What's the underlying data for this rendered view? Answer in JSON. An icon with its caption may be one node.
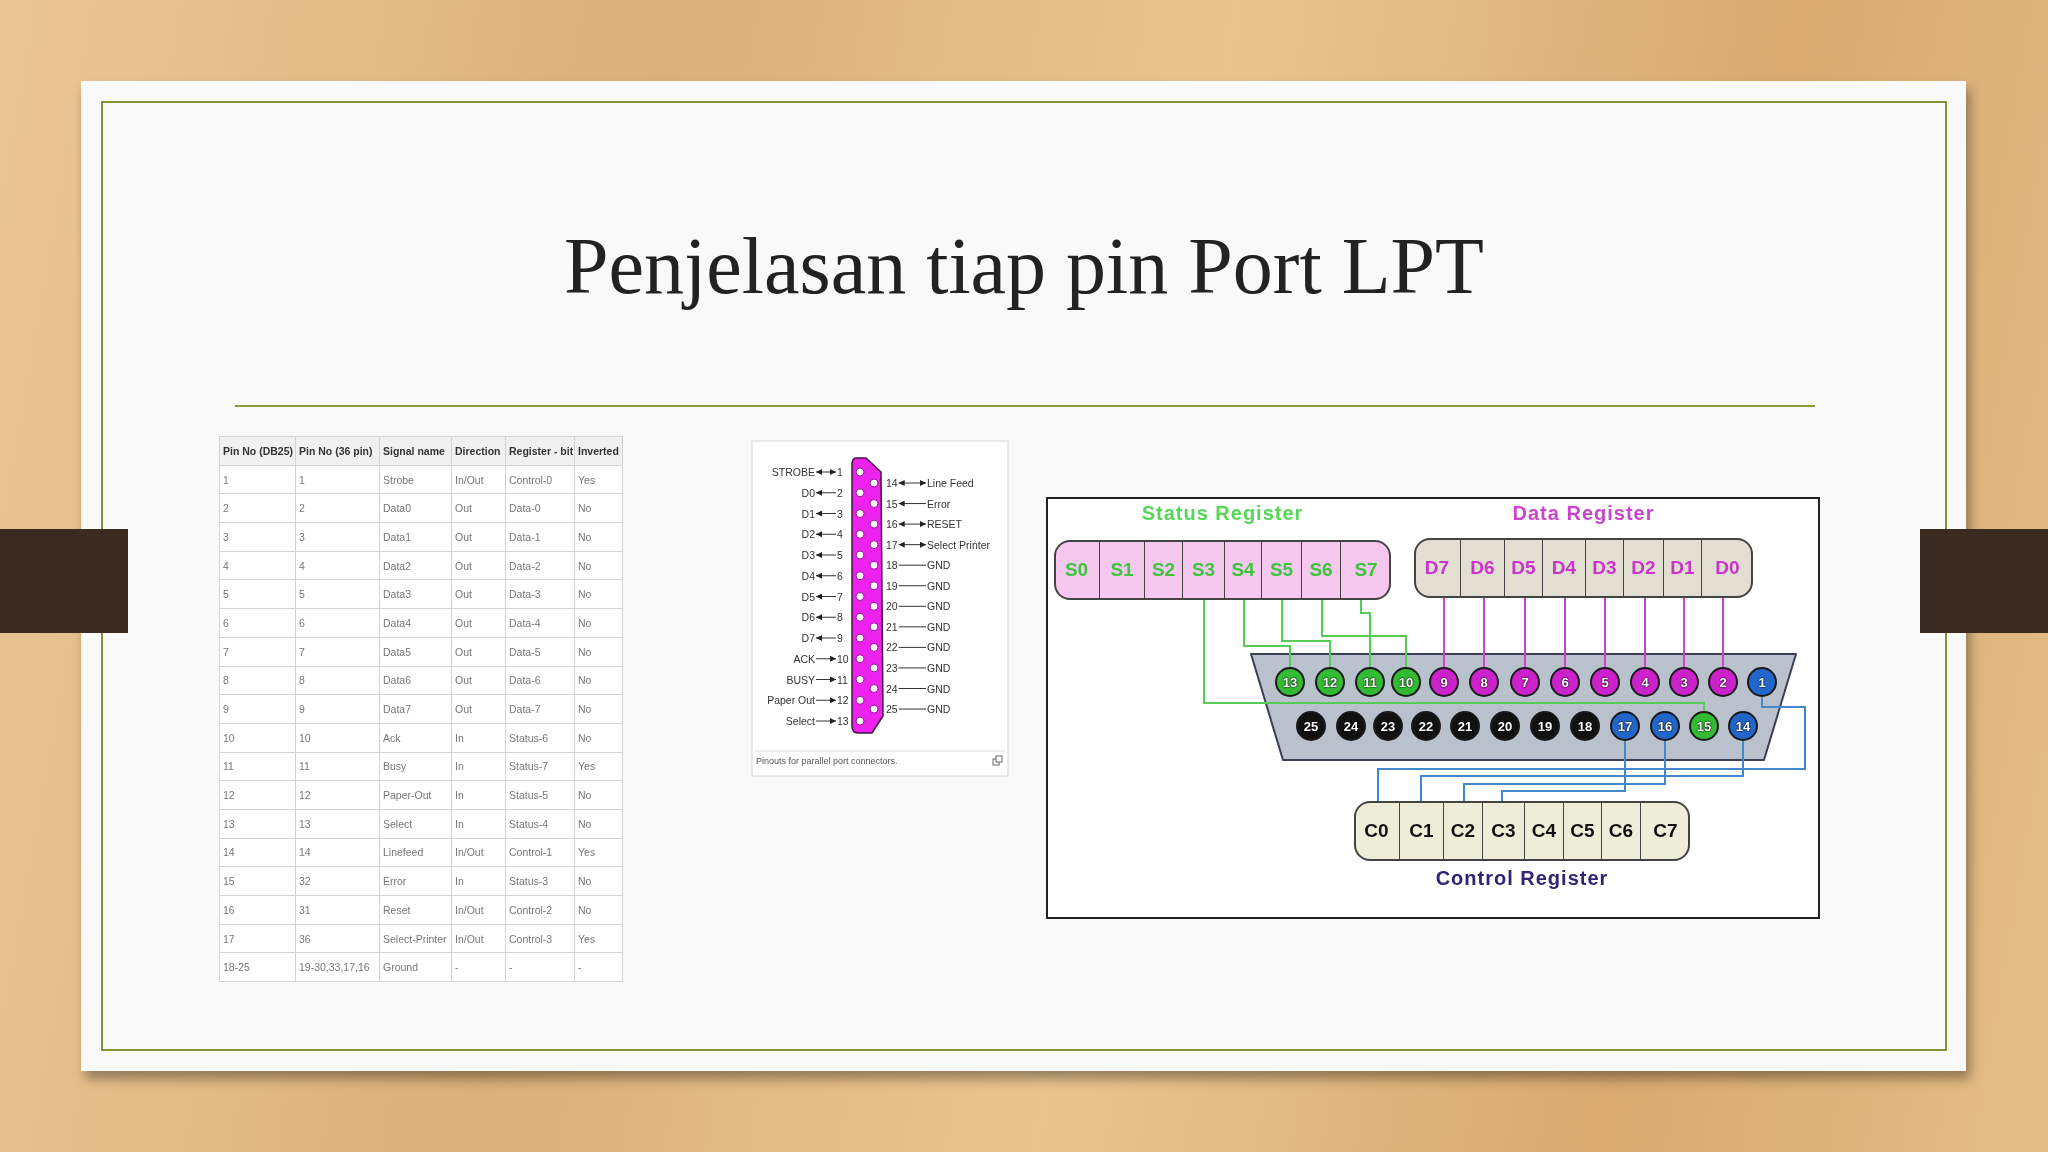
{
  "diagram": {
    "title": "Penjelasan tiap pin Port LPT",
    "nodes": [
      {
        "text": [
          "STROBE"
        ]
      },
      {
        "text": [
          "D0"
        ]
      },
      {
        "text": [
          "D1"
        ]
      },
      {
        "text": [
          "D2"
        ]
      },
      {
        "text": [
          "D3"
        ]
      },
      {
        "text": [
          "D4"
        ]
      },
      {
        "text": [
          "D5"
        ]
      },
      {
        "text": [
          "D6"
        ]
      },
      {
        "text": [
          "D7"
        ]
      },
      {
        "text": [
          "ACK"
        ]
      },
      {
        "text": [
          "BUSY"
        ]
      },
      {
        "text": [
          "Paper Out"
        ]
      },
      {
        "text": [
          "Select"
        ]
      },
      {
        "text": [
          "1"
        ]
      },
      {
        "text": [
          "2"
        ]
      },
      {
        "text": [
          "3"
        ]
      },
      {
        "text": [
          "4"
        ]
      },
      {
        "text": [
          "5"
        ]
      },
      {
        "text": [
          "6"
        ]
      },
      {
        "text": [
          "7"
        ]
      },
      {
        "text": [
          "8"
        ]
      },
      {
        "text": [
          "9"
        ]
      },
      {
        "text": [
          "10"
        ]
      },
      {
        "text": [
          "11"
        ]
      },
      {
        "text": [
          "12"
        ]
      },
      {
        "text": [
          "13"
        ]
      },
      {
        "text": [
          "14"
        ]
      },
      {
        "text": [
          "15"
        ]
      },
      {
        "text": [
          "16"
        ]
      },
      {
        "text": [
          "17"
        ]
      },
      {
        "text": [
          "18"
        ]
      },
      {
        "text": [
          "19"
        ]
      },
      {
        "text": [
          "20"
        ]
      },
      {
        "text": [
          "21"
        ]
      },
      {
        "text": [
          "22"
        ]
      },
      {
        "text": [
          "23"
        ]
      },
      {
        "text": [
          "24"
        ]
      },
      {
        "text": [
          "25"
        ]
      },
      {
        "text": [
          "Line Feed"
        ]
      },
      {
        "text": [
          "Error"
        ]
      },
      {
        "text": [
          "RESET"
        ]
      },
      {
        "text": [
          "Select Printer"
        ]
      },
      {
        "text": [
          "GND"
        ]
      },
      {
        "text": [
          "GND"
        ]
      },
      {
        "text": [
          "GND"
        ]
      },
      {
        "text": [
          "GND"
        ]
      },
      {
        "text": [
          "GND"
        ]
      },
      {
        "text": [
          "GND"
        ]
      },
      {
        "text": [
          "GND"
        ]
      },
      {
        "text": [
          "GND"
        ]
      },
      {
        "text": [
          "Status Register"
        ]
      },
      {
        "text": [
          "S0"
        ],
        "in": 50
      },
      {
        "text": [
          "S1"
        ],
        "in": 50
      },
      {
        "text": [
          "S2"
        ],
        "in": 50
      },
      {
        "text": [
          "S3"
        ],
        "in": 50
      },
      {
        "text": [
          "S4"
        ],
        "in": 50
      },
      {
        "text": [
          "S5"
        ],
        "in": 50
      },
      {
        "text": [
          "S6"
        ],
        "in": 50
      },
      {
        "text": [
          "S7"
        ],
        "in": 50
      },
      {
        "text": [
          "Data Register"
        ]
      },
      {
        "text": [
          "D7"
        ],
        "in": 59
      },
      {
        "text": [
          "D6"
        ],
        "in": 59
      },
      {
        "text": [
          "D5"
        ],
        "in": 59
      },
      {
        "text": [
          "D4"
        ],
        "in": 59
      },
      {
        "text": [
          "D3"
        ],
        "in": 59
      },
      {
        "text": [
          "D2"
        ],
        "in": 59
      },
      {
        "text": [
          "D1"
        ],
        "in": 59
      },
      {
        "text": [
          "D0"
        ],
        "in": 59
      },
      {
        "text": [],
        "shape": "trapezoid"
      },
      {
        "text": [
          "13"
        ],
        "in": 68
      },
      {
        "text": [
          "12"
        ],
        "in": 68
      },
      {
        "text": [
          "11"
        ],
        "in": 68
      },
      {
        "text": [
          "10"
        ],
        "in": 68
      },
      {
        "text": [
          "9"
        ],
        "in": 68
      },
      {
        "text": [
          "8"
        ],
        "in": 68
      },
      {
        "text": [
          "7"
        ],
        "in": 68
      },
      {
        "text": [
          "6"
        ],
        "in": 68
      },
      {
        "text": [
          "5"
        ],
        "in": 68
      },
      {
        "text": [
          "4"
        ],
        "in": 68
      },
      {
        "text": [
          "3"
        ],
        "in": 68
      },
      {
        "text": [
          "2"
        ],
        "in": 68
      },
      {
        "text": [
          "1"
        ],
        "in": 68
      },
      {
        "text": [
          "25"
        ],
        "in": 68
      },
      {
        "text": [
          "24"
        ],
        "in": 68
      },
      {
        "text": [
          "23"
        ],
        "in": 68
      },
      {
        "text": [
          "22"
        ],
        "in": 68
      },
      {
        "text": [
          "21"
        ],
        "in": 68
      },
      {
        "text": [
          "20"
        ],
        "in": 68
      },
      {
        "text": [
          "19"
        ],
        "in": 68
      },
      {
        "text": [
          "18"
        ],
        "in": 68
      },
      {
        "text": [
          "17"
        ],
        "in": 68
      },
      {
        "text": [
          "16"
        ],
        "in": 68
      },
      {
        "text": [
          "15"
        ],
        "in": 68
      },
      {
        "text": [
          "14"
        ],
        "in": 68
      },
      {
        "text": [
          "Control Register"
        ]
      },
      {
        "text": [
          "C0"
        ],
        "in": 94
      },
      {
        "text": [
          "C1"
        ],
        "in": 94
      },
      {
        "text": [
          "C2"
        ],
        "in": 94
      },
      {
        "text": [
          "C3"
        ],
        "in": 94
      },
      {
        "text": [
          "C4"
        ],
        "in": 94
      },
      {
        "text": [
          "C5"
        ],
        "in": 94
      },
      {
        "text": [
          "C6"
        ],
        "in": 94
      },
      {
        "text": [
          "C7"
        ],
        "in": 94
      }
    ],
    "edges": [
      {
        "from": 0,
        "to": 13,
        "arrow": "both"
      },
      {
        "from": 14,
        "to": 1,
        "arrow": "to"
      },
      {
        "from": 15,
        "to": 2,
        "arrow": "to"
      },
      {
        "from": 16,
        "to": 3,
        "arrow": "to"
      },
      {
        "from": 17,
        "to": 4,
        "arrow": "to"
      },
      {
        "from": 18,
        "to": 5,
        "arrow": "to"
      },
      {
        "from": 19,
        "to": 6,
        "arrow": "to"
      },
      {
        "from": 20,
        "to": 7,
        "arrow": "to"
      },
      {
        "from": 21,
        "to": 8,
        "arrow": "to"
      },
      {
        "from": 9,
        "to": 22,
        "arrow": "to"
      },
      {
        "from": 10,
        "to": 23,
        "arrow": "to"
      },
      {
        "from": 11,
        "to": 24,
        "arrow": "to"
      },
      {
        "from": 12,
        "to": 25,
        "arrow": "to"
      },
      {
        "from": 26,
        "to": 38,
        "arrow": "both"
      },
      {
        "from": 39,
        "to": 27,
        "arrow": "to"
      },
      {
        "from": 28,
        "to": 40,
        "arrow": "both"
      },
      {
        "from": 29,
        "to": 41,
        "arrow": "both"
      },
      {
        "from": 30,
        "to": 42,
        "arrow": "none"
      },
      {
        "from": 31,
        "to": 43,
        "arrow": "none"
      },
      {
        "from": 32,
        "to": 44,
        "arrow": "none"
      },
      {
        "from": 33,
        "to": 45,
        "arrow": "none"
      },
      {
        "from": 34,
        "to": 46,
        "arrow": "none"
      },
      {
        "from": 35,
        "to": 47,
        "arrow": "none"
      },
      {
        "from": 36,
        "to": 48,
        "arrow": "none"
      },
      {
        "from": 37,
        "to": 49,
        "arrow": "none"
      },
      {
        "from": 54,
        "to": 92,
        "arrow": "none",
        "color": "#55cc55"
      },
      {
        "from": 55,
        "to": 69,
        "arrow": "none",
        "color": "#55cc55"
      },
      {
        "from": 56,
        "to": 70,
        "arrow": "none",
        "color": "#55cc55"
      },
      {
        "from": 57,
        "to": 72,
        "arrow": "none",
        "color": "#55cc55"
      },
      {
        "from": 58,
        "to": 71,
        "arrow": "none",
        "color": "#55cc55"
      },
      {
        "from": 60,
        "to": 73,
        "arrow": "none",
        "color": "#cc44cc"
      },
      {
        "from": 61,
        "to": 74,
        "arrow": "none",
        "color": "#cc44cc"
      },
      {
        "from": 62,
        "to": 75,
        "arrow": "none",
        "color": "#cc44cc"
      },
      {
        "from": 63,
        "to": 76,
        "arrow": "none",
        "color": "#cc44cc"
      },
      {
        "from": 64,
        "to": 77,
        "arrow": "none",
        "color": "#cc44cc"
      },
      {
        "from": 65,
        "to": 78,
        "arrow": "none",
        "color": "#cc44cc"
      },
      {
        "from": 66,
        "to": 79,
        "arrow": "none",
        "color": "#cc44cc"
      },
      {
        "from": 67,
        "to": 80,
        "arrow": "none",
        "color": "#cc44cc"
      },
      {
        "from": 95,
        "to": 81,
        "arrow": "none",
        "color": "#4488cc"
      },
      {
        "from": 96,
        "to": 93,
        "arrow": "none",
        "color": "#4488cc"
      },
      {
        "from": 97,
        "to": 91,
        "arrow": "none",
        "color": "#4488cc"
      },
      {
        "from": 98,
        "to": 90,
        "arrow": "none",
        "color": "#4488cc"
      }
    ],
    "labels": [
      "Pin No (DB25)",
      "Pin No (36 pin)",
      "Signal name",
      "Direction",
      "Register - bit",
      "Inverted",
      "1",
      "1",
      "Strobe",
      "In/Out",
      "Control-0",
      "Yes",
      "2",
      "2",
      "Data0",
      "Out",
      "Data-0",
      "No",
      "3",
      "3",
      "Data1",
      "Out",
      "Data-1",
      "No",
      "4",
      "4",
      "Data2",
      "Out",
      "Data-2",
      "No",
      "5",
      "5",
      "Data3",
      "Out",
      "Data-3",
      "No",
      "6",
      "6",
      "Data4",
      "Out",
      "Data-4",
      "No",
      "7",
      "7",
      "Data5",
      "Out",
      "Data-5",
      "No",
      "8",
      "8",
      "Data6",
      "Out",
      "Data-6",
      "No",
      "9",
      "9",
      "Data7",
      "Out",
      "Data-7",
      "No",
      "10",
      "10",
      "Ack",
      "In",
      "Status-6",
      "No",
      "11",
      "11",
      "Busy",
      "In",
      "Status-7",
      "Yes",
      "12",
      "12",
      "Paper-Out",
      "In",
      "Status-5",
      "No",
      "13",
      "13",
      "Select",
      "In",
      "Status-4",
      "No",
      "14",
      "14",
      "Linefeed",
      "In/Out",
      "Control-1",
      "Yes",
      "15",
      "32",
      "Error",
      "In",
      "Status-3",
      "No",
      "16",
      "31",
      "Reset",
      "In/Out",
      "Control-2",
      "No",
      "17",
      "36",
      "Select-Printer",
      "In/Out",
      "Control-3",
      "Yes",
      "18-25",
      "19-30,33,17,16",
      "Ground",
      "-",
      "-",
      "-",
      "Pinouts for parallel port connectors."
    ]
  }
}
